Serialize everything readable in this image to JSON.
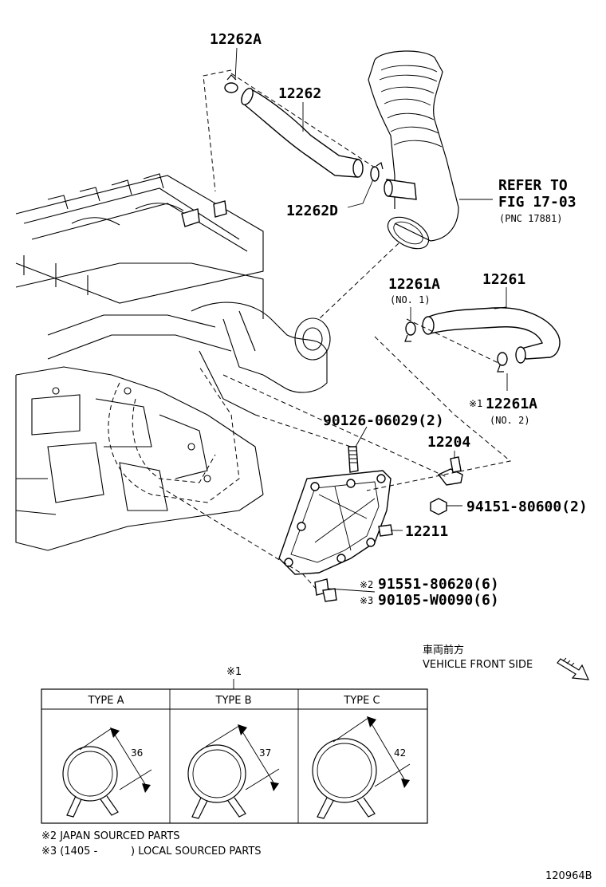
{
  "labels": {
    "p12262A": "12262A",
    "p12262": "12262",
    "p12262D": "12262D",
    "refer1": "REFER TO",
    "refer2": "FIG 17-03",
    "refer3": "(PNC 17881)",
    "p12261A_top": "12261A",
    "no1": "(NO. 1)",
    "p12261": "12261",
    "mark1_small": "※1",
    "p12261A_bot": "12261A",
    "no2": "(NO. 2)",
    "p90126": "90126-06029(2)",
    "p12204": "12204",
    "p94151": "94151-80600(2)",
    "p12211": "12211",
    "mark2": "※2",
    "p91551": "91551-80620(6)",
    "mark3": "※3",
    "p90105": "90105-W0090(6)"
  },
  "direction": {
    "jp": "車両前方",
    "en": "VEHICLE FRONT SIDE"
  },
  "table": {
    "ref": "※1",
    "columns": [
      {
        "type": "TYPE A",
        "dim": "36"
      },
      {
        "type": "TYPE B",
        "dim": "37"
      },
      {
        "type": "TYPE C",
        "dim": "42"
      }
    ]
  },
  "notes": {
    "n2": "※2 JAPAN SOURCED PARTS",
    "n3_start": "※3 (1405 -",
    "n3_end": ") LOCAL SOURCED PARTS"
  },
  "figure_id": "120964B"
}
